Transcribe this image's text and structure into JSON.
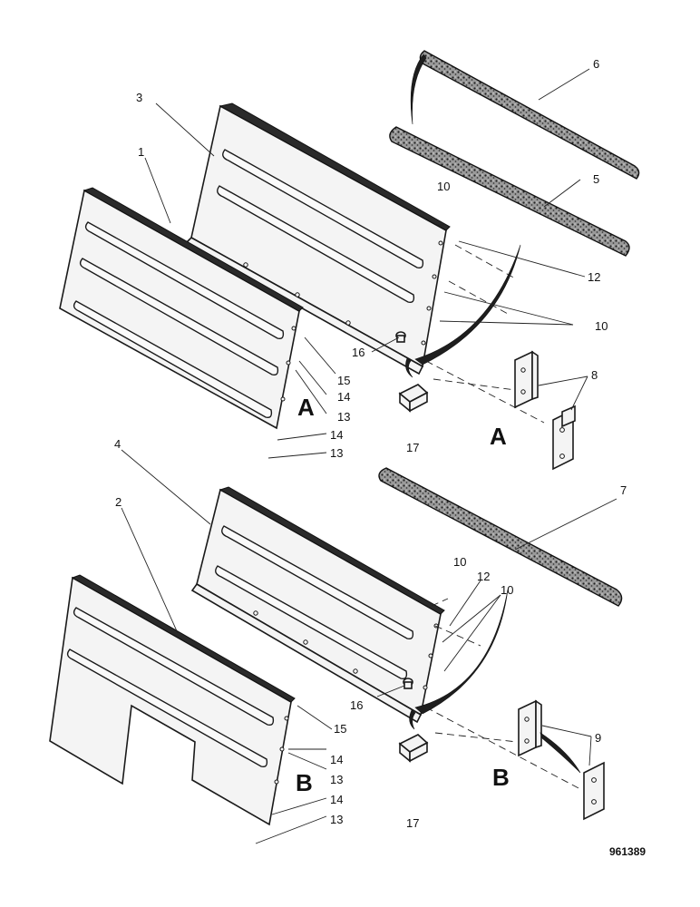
{
  "figure": {
    "drawing_number": "961389",
    "callouts": {
      "c1": "1",
      "c2": "2",
      "c3": "3",
      "c4": "4",
      "c5": "5",
      "c6": "6",
      "c7": "7",
      "c8": "8",
      "c9": "9",
      "c10a": "10",
      "c10b": "10",
      "c10c": "10",
      "c10d": "10",
      "c12a": "12",
      "c12b": "12",
      "c13a": "13",
      "c13b": "13",
      "c13c": "13",
      "c13d": "13",
      "c14a": "14",
      "c14b": "14",
      "c14c": "14",
      "c14d": "14",
      "c15a": "15",
      "c15b": "15",
      "c16a": "16",
      "c16b": "16",
      "c17a": "17",
      "c17b": "17"
    },
    "view_letters": {
      "a_left": "A",
      "a_right": "A",
      "b_left": "B",
      "b_right": "B"
    }
  }
}
